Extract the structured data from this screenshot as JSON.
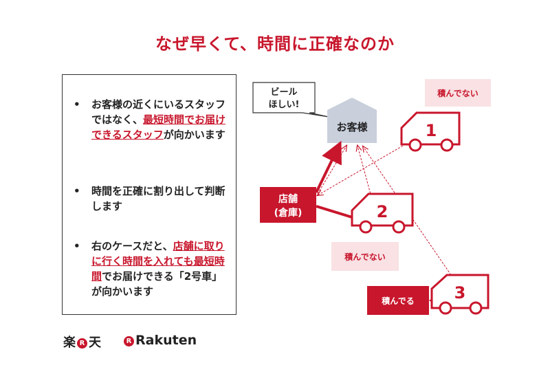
{
  "title": "なぜ早くて、時間に正確なのか",
  "bullets": [
    {
      "mark": "•",
      "parts": [
        {
          "text": "お客様の近くにいるスタッフではなく、",
          "highlight": false
        },
        {
          "text": "最短時間でお届けできるスタッフ",
          "highlight": true
        },
        {
          "text": "が向かいます",
          "highlight": false
        }
      ]
    },
    {
      "mark": "•",
      "parts": [
        {
          "text": "時間を正確に割り出して判断します",
          "highlight": false
        }
      ]
    },
    {
      "mark": "•",
      "parts": [
        {
          "text": "右のケースだと、",
          "highlight": false
        },
        {
          "text": "店舗に取りに行く時間を入れても最短時間",
          "highlight": true
        },
        {
          "text": "でお届けできる「2号車」が向かいます",
          "highlight": false
        }
      ]
    }
  ],
  "diagram": {
    "speech_bubble": [
      "ビール",
      "ほしい!"
    ],
    "customer": "お客様",
    "store": [
      "店舗",
      "(倉庫)"
    ],
    "trucks": [
      {
        "number": "1",
        "status": "積んでない"
      },
      {
        "number": "2",
        "status": "積んでない"
      },
      {
        "number": "3",
        "status": "積んでる"
      }
    ]
  },
  "logos": {
    "jp_left": "楽",
    "jp_mark": "R",
    "jp_right": "天",
    "en_mark": "R",
    "en_text": "Rakuten"
  },
  "colors": {
    "accent": "#c8162c",
    "pink_box": "#f9e1e4",
    "house": "#c9d0dc"
  }
}
